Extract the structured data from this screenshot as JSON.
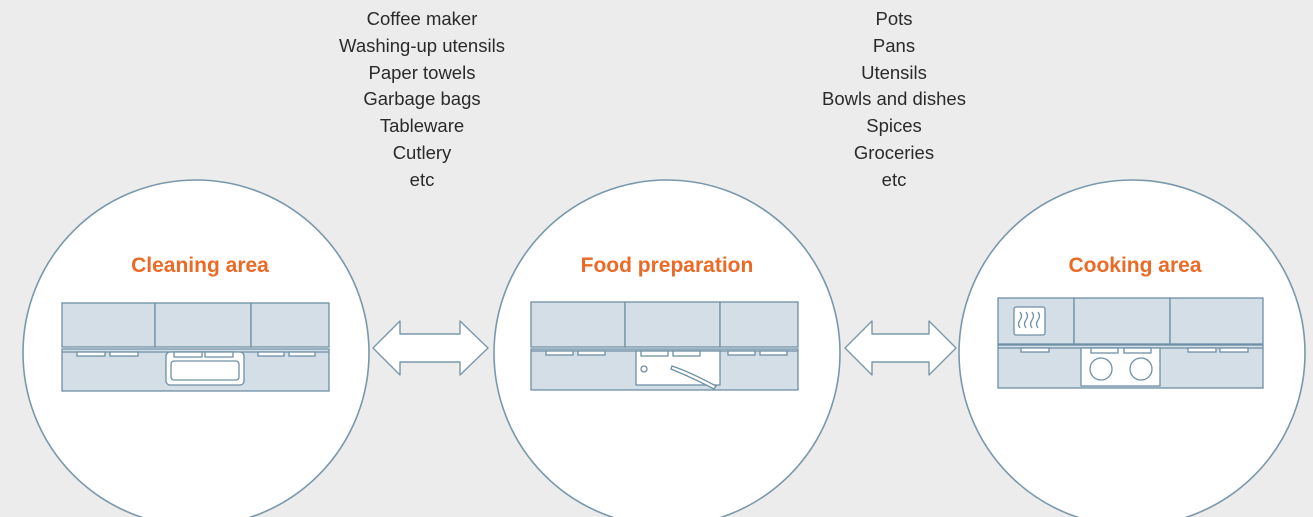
{
  "colors": {
    "background": "#ececec",
    "circle_fill": "#ffffff",
    "circle_stroke": "#7a98ab",
    "title": "#ec6a25",
    "cabinet_fill": "#d4dee7",
    "cabinet_stroke": "#6f8fa5",
    "arrow_fill": "#ffffff",
    "arrow_stroke": "#7a98ab"
  },
  "lists": {
    "cleaning_items": [
      "Coffee maker",
      "Washing-up utensils",
      "Paper towels",
      "Garbage bags",
      "Tableware",
      "Cutlery",
      "etc"
    ],
    "cooking_items": [
      "Pots",
      "Pans",
      "Utensils",
      "Bowls and dishes",
      "Spices",
      "Groceries",
      "etc"
    ]
  },
  "zones": {
    "cleaning": {
      "title": "Cleaning area",
      "icon": "sink-icon"
    },
    "preparation": {
      "title": "Food preparation",
      "icon": "cutting-board-knife-icon"
    },
    "cooking": {
      "title": "Cooking area",
      "icon": "stove-icon"
    }
  },
  "arrows": [
    {
      "from": "Cleaning area",
      "to": "Food preparation",
      "icon": "double-arrow-icon"
    },
    {
      "from": "Food preparation",
      "to": "Cooking area",
      "icon": "double-arrow-icon"
    }
  ]
}
